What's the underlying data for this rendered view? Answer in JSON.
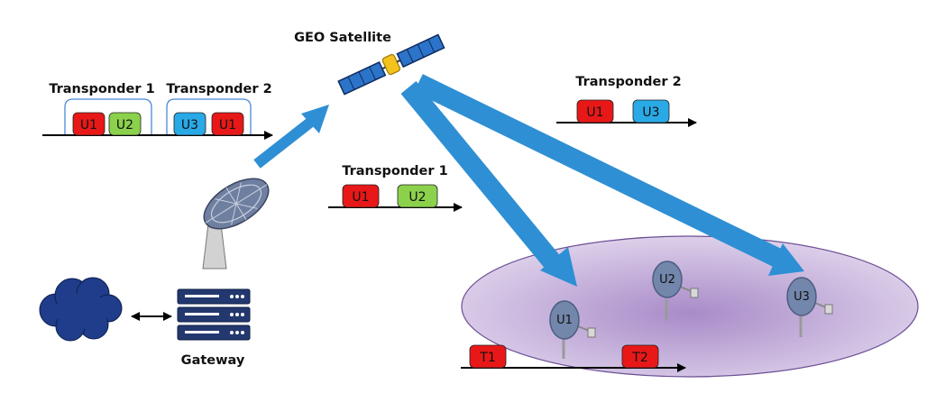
{
  "satellite": {
    "label": "GEO Satellite"
  },
  "gateway": {
    "label": "Gateway"
  },
  "uplink": {
    "groups": [
      {
        "label": "Transponder 1",
        "blocks": [
          "U1",
          "U2"
        ]
      },
      {
        "label": "Transponder 2",
        "blocks": [
          "U3",
          "U1"
        ]
      }
    ]
  },
  "downlink_1": {
    "label": "Transponder 1",
    "blocks": [
      "U1",
      "U2"
    ]
  },
  "downlink_2": {
    "label": "Transponder 2",
    "blocks": [
      "U1",
      "U3"
    ]
  },
  "coverage": {
    "users": [
      "U1",
      "U2",
      "U3"
    ],
    "timeslots": [
      "T1",
      "T2"
    ]
  },
  "colors": {
    "red": "#e81818",
    "green": "#8bd14c",
    "blue": "#29a9e6",
    "beam": "#2e8fd4",
    "cloud": "#1f3d8a",
    "server": "#22386e",
    "ellipse": "#c8b6de"
  }
}
